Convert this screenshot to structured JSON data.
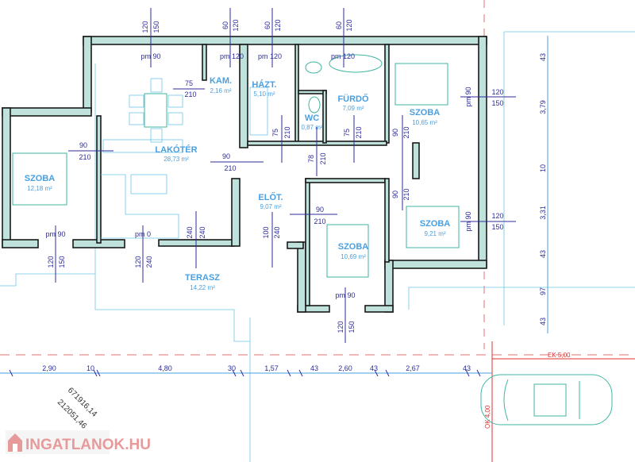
{
  "rooms": [
    {
      "name": "KAM.",
      "area": "2,16 m²"
    },
    {
      "name": "HÁZT.",
      "area": "5,10 m²"
    },
    {
      "name": "FÜRDŐ",
      "area": "7,09 m²"
    },
    {
      "name": "WC",
      "area": "0,87 m²"
    },
    {
      "name": "SZOBA",
      "area": "10,65 m²"
    },
    {
      "name": "LAKÓTÉR",
      "area": "28,73 m²"
    },
    {
      "name": "SZOBA",
      "area": "12,18 m²"
    },
    {
      "name": "ELŐT.",
      "area": "9,07 m²"
    },
    {
      "name": "SZOBA",
      "area": "9,21 m²"
    },
    {
      "name": "SZOBA",
      "area": "10,69 m²"
    },
    {
      "name": "TERASZ",
      "area": "14,22 m²"
    }
  ],
  "openings": {
    "top": [
      [
        "120",
        "150"
      ],
      [
        "60",
        "120"
      ],
      [
        "60",
        "120"
      ],
      [
        "60",
        "120"
      ]
    ],
    "pm_top": [
      "pm 90",
      "pm 120",
      "pm 120",
      "pm 120"
    ],
    "doors": [
      [
        "75",
        "210"
      ],
      [
        "90",
        "210"
      ],
      [
        "90",
        "210"
      ],
      [
        "75",
        "210"
      ],
      [
        "78",
        "210"
      ],
      [
        "75",
        "210"
      ],
      [
        "90",
        "210"
      ],
      [
        "90",
        "210"
      ],
      [
        "90",
        "210"
      ],
      [
        "100",
        "240"
      ],
      [
        "240",
        "240"
      ]
    ],
    "pm_bottom": [
      "pm 90",
      "pm 0",
      "pm 90"
    ],
    "bottom": [
      [
        "120",
        "150"
      ],
      [
        "120",
        "240"
      ],
      [
        "120",
        "150"
      ]
    ],
    "pm_right": [
      "pm 90",
      "pm 90"
    ],
    "right": [
      [
        "120",
        "150"
      ],
      [
        "120",
        "150"
      ]
    ]
  },
  "right_dims": [
    "43",
    "3,79",
    "10",
    "3,31",
    "43",
    "97",
    "43"
  ],
  "bottom_dims": [
    "2,90",
    "10",
    "4,80",
    "30",
    "1,57",
    "43",
    "2,60",
    "43",
    "2,67",
    "43"
  ],
  "ek": "EK 5,00",
  "ok": "OK 4,00",
  "coords": [
    "671916,14",
    "212051,46"
  ],
  "logo": "INGATLANOK.HU",
  "colors": {
    "wall_fill": "#bfe3dc",
    "dim_text": "#2d2d9a",
    "room_text": "#4a9fe0",
    "property_line": "#e05050"
  }
}
